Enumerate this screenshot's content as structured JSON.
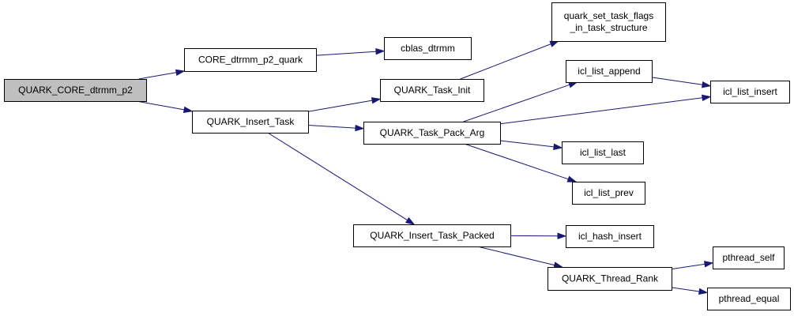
{
  "graph": {
    "colors": {
      "edge": "#191970",
      "node_border": "#000000",
      "root_fill": "#bfbfbf",
      "node_fill": "#ffffff"
    },
    "nodes": [
      {
        "id": "root",
        "name": "node-quark-core-dtrmm-p2",
        "lines": [
          "QUARK_CORE_dtrmm_p2"
        ],
        "root": true
      },
      {
        "id": "core",
        "name": "node-core-dtrmm-p2-quark",
        "lines": [
          "CORE_dtrmm_p2_quark"
        ]
      },
      {
        "id": "cblas",
        "name": "node-cblas-dtrmm",
        "lines": [
          "cblas_dtrmm"
        ]
      },
      {
        "id": "qit",
        "name": "node-quark-insert-task",
        "lines": [
          "QUARK_Insert_Task"
        ]
      },
      {
        "id": "qti",
        "name": "node-quark-task-init",
        "lines": [
          "QUARK_Task_Init"
        ]
      },
      {
        "id": "qstf",
        "name": "node-quark-set-task-flags",
        "lines": [
          "quark_set_task_flags",
          "_in_task_structure"
        ]
      },
      {
        "id": "qtpa",
        "name": "node-quark-task-pack-arg",
        "lines": [
          "QUARK_Task_Pack_Arg"
        ]
      },
      {
        "id": "ila",
        "name": "node-icl-list-append",
        "lines": [
          "icl_list_append"
        ]
      },
      {
        "id": "ili",
        "name": "node-icl-list-insert",
        "lines": [
          "icl_list_insert"
        ]
      },
      {
        "id": "ill",
        "name": "node-icl-list-last",
        "lines": [
          "icl_list_last"
        ]
      },
      {
        "id": "ilp",
        "name": "node-icl-list-prev",
        "lines": [
          "icl_list_prev"
        ]
      },
      {
        "id": "qitp",
        "name": "node-quark-insert-task-packed",
        "lines": [
          "QUARK_Insert_Task_Packed"
        ]
      },
      {
        "id": "ihi",
        "name": "node-icl-hash-insert",
        "lines": [
          "icl_hash_insert"
        ]
      },
      {
        "id": "qtr",
        "name": "node-quark-thread-rank",
        "lines": [
          "QUARK_Thread_Rank"
        ]
      },
      {
        "id": "pts",
        "name": "node-pthread-self",
        "lines": [
          "pthread_self"
        ]
      },
      {
        "id": "pte",
        "name": "node-pthread-equal",
        "lines": [
          "pthread_equal"
        ]
      }
    ],
    "edges": [
      {
        "from": "root",
        "to": "core"
      },
      {
        "from": "root",
        "to": "qit"
      },
      {
        "from": "core",
        "to": "cblas"
      },
      {
        "from": "qit",
        "to": "qti"
      },
      {
        "from": "qit",
        "to": "qtpa"
      },
      {
        "from": "qit",
        "to": "qitp"
      },
      {
        "from": "qti",
        "to": "qstf"
      },
      {
        "from": "qtpa",
        "to": "ila"
      },
      {
        "from": "qtpa",
        "to": "ili"
      },
      {
        "from": "qtpa",
        "to": "ill"
      },
      {
        "from": "qtpa",
        "to": "ilp"
      },
      {
        "from": "ila",
        "to": "ili"
      },
      {
        "from": "qitp",
        "to": "ihi"
      },
      {
        "from": "qitp",
        "to": "qtr"
      },
      {
        "from": "qtr",
        "to": "pts"
      },
      {
        "from": "qtr",
        "to": "pte"
      }
    ]
  }
}
